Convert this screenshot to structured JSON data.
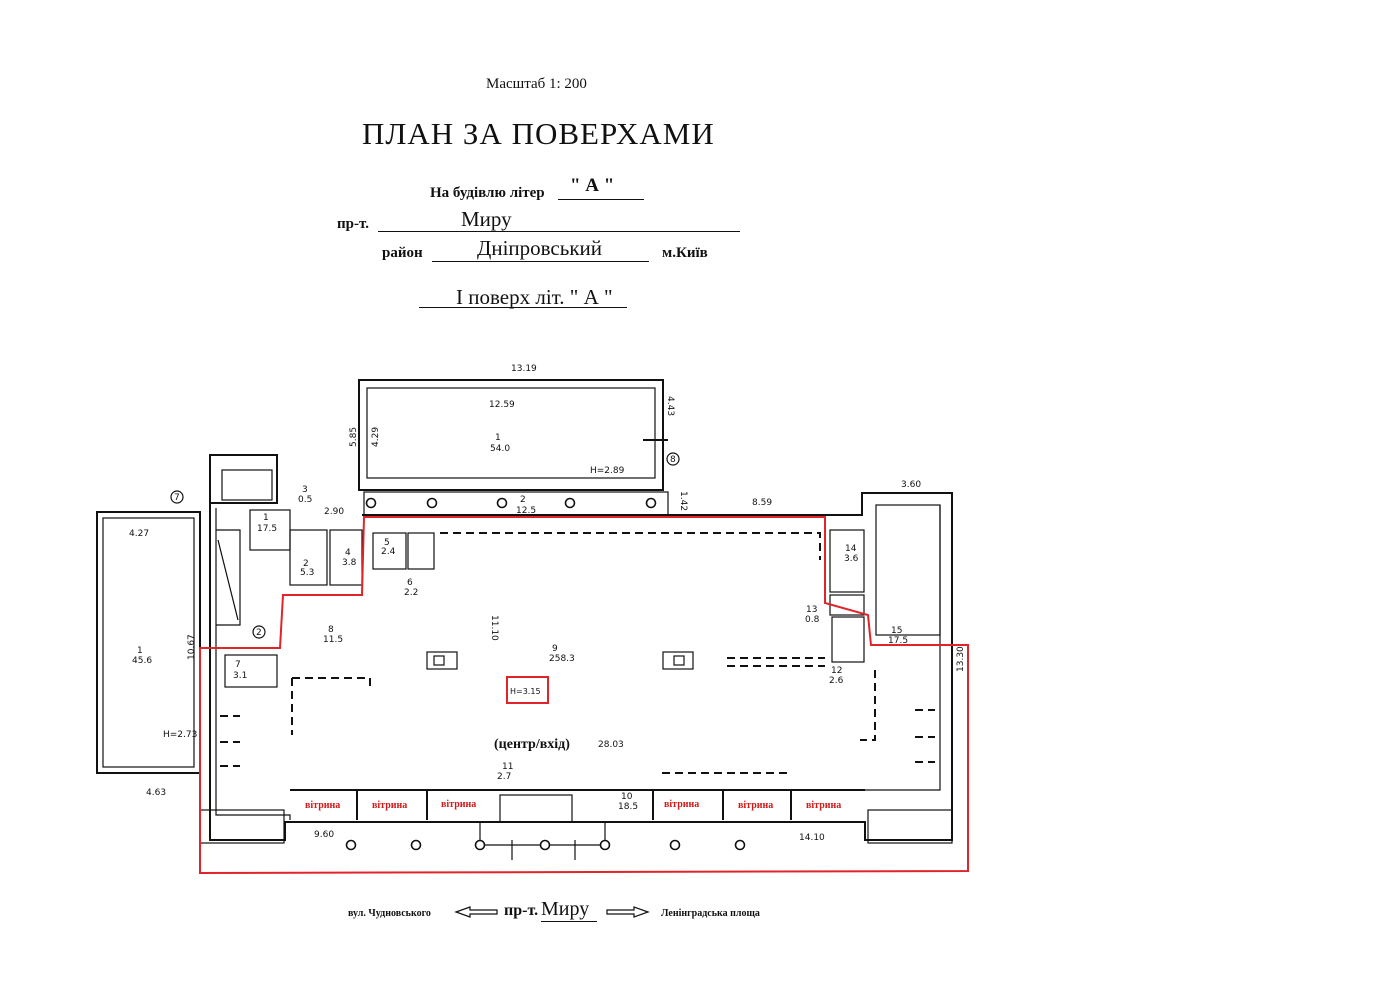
{
  "header": {
    "scale": "Масштаб 1: 200",
    "title": "ПЛАН ЗА ПОВЕРХАМИ",
    "building_letter_label": "На будівлю літер",
    "building_letter": "\"  А  \"",
    "avenue_label": "пр-т.",
    "avenue": "Миру",
    "district_label": "район",
    "district": "Дніпровський",
    "city": "м.Київ",
    "floor": "І  поверх літ. \" А \""
  },
  "rooms": {
    "r1_top": {
      "num": "1",
      "area": "54.0"
    },
    "r2_top": {
      "num": "2",
      "area": "12.5"
    },
    "r1_left": {
      "num": "1",
      "area": "45.6"
    },
    "r3": {
      "num": "3",
      "area": "0.5"
    },
    "r1_stair": {
      "num": "1",
      "area": "17.5"
    },
    "r2": {
      "num": "2",
      "area": "5.3"
    },
    "r4": {
      "num": "4",
      "area": "3.8"
    },
    "r5": {
      "num": "5",
      "area": "2.4"
    },
    "r6": {
      "num": "6",
      "area": "2.2"
    },
    "r7": {
      "num": "7",
      "area": "3.1"
    },
    "r8": {
      "num": "8",
      "area": "11.5"
    },
    "r9": {
      "num": "9",
      "area": "258.3"
    },
    "r10": {
      "num": "10",
      "area": "18.5"
    },
    "r11": {
      "num": "11",
      "area": "2.7"
    },
    "r12": {
      "num": "12",
      "area": "2.6"
    },
    "r13": {
      "num": "13",
      "area": "0.8"
    },
    "r14": {
      "num": "14",
      "area": "3.6"
    },
    "r15": {
      "num": "15",
      "area": "17.5"
    }
  },
  "dimensions": {
    "d1319": "13.19",
    "d1259": "12.59",
    "d585": "5.85",
    "d429": "4.29",
    "d443": "4.43",
    "d142": "1.42",
    "d859": "8.59",
    "d360": "3.60",
    "d290": "2.90",
    "d427": "4.27",
    "d1067": "10.67",
    "d1110": "11.10",
    "d1330": "13.30",
    "d2803": "28.03",
    "d960": "9.60",
    "d1410": "14.10",
    "d463": "4.63"
  },
  "heights": {
    "h289": "H=2.89",
    "h273": "H=2.73",
    "h315": "H=3.15"
  },
  "markers": {
    "m7": "7",
    "m2": "2",
    "m8": "8"
  },
  "annotations": {
    "center": "(центр/вхід)",
    "vitrina": [
      "вітрина",
      "вітрина",
      "вітрина",
      "вітрина",
      "вітрина",
      "вітрина"
    ]
  },
  "footer": {
    "left_street": "вул. Чудновського",
    "avenue_label": "пр-т.",
    "avenue": "Миру",
    "right_place": "Ленінградська площа"
  },
  "colors": {
    "highlight": "#e0242a",
    "vitrina_text": "#d21a1a"
  }
}
